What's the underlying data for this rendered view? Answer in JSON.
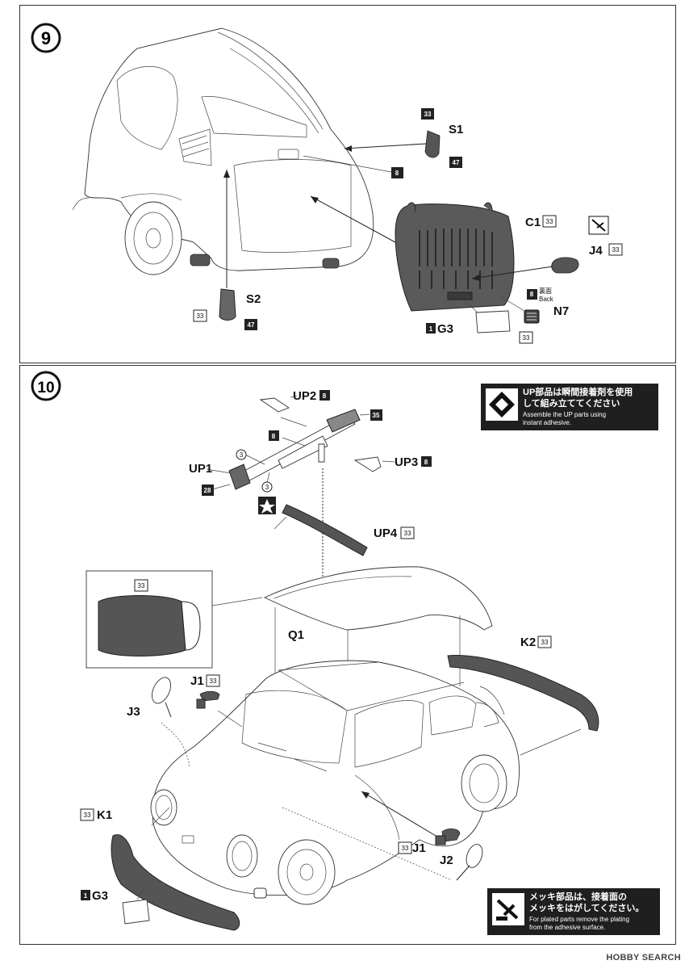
{
  "steps": [
    {
      "number": "9"
    },
    {
      "number": "10"
    }
  ],
  "step9": {
    "labels": {
      "s1": "S1",
      "s1_color": "33",
      "s1_color2": "47",
      "s2": "S2",
      "s2_color": "33",
      "s2_color2": "47",
      "c1": "C1",
      "c1_color": "33",
      "j4": "J4",
      "j4_color": "33",
      "n7": "N7",
      "n7_color": "33",
      "n7_back_color": "8",
      "back_jp": "裏面",
      "back_en": "Back",
      "g3": "G3",
      "g3_color": "1",
      "body_color": "8"
    }
  },
  "step10": {
    "labels": {
      "up2": "UP2",
      "up2_color": "8",
      "up1": "UP1",
      "up1_color": "28",
      "up3": "UP3",
      "up3_color": "8",
      "up4": "UP4",
      "up4_color": "33",
      "shaft_color": "8",
      "tip_color": "35",
      "callout_a": "3",
      "callout_b": "3",
      "inset_color": "33",
      "q1": "Q1",
      "k2": "K2",
      "k2_color": "33",
      "j1_top": "J1",
      "j1_top_color": "33",
      "j3": "J3",
      "k1": "K1",
      "k1_color": "33",
      "j1_bottom": "J1",
      "j1_bottom_color": "33",
      "j2": "J2",
      "g3": "G3",
      "g3_color": "1"
    },
    "note_up": {
      "jp": "UP部品は瞬間接着剤を使用\nして組み立ててください",
      "en": "Assemble the UP parts using\ninstant adhesive."
    },
    "note_plated": {
      "jp": "メッキ部品は、接着面の\nメッキをはがしてください。",
      "en": "For plated parts remove the plating\nfrom the adhesive surface."
    }
  },
  "watermark": "HOBBY SEARCH"
}
